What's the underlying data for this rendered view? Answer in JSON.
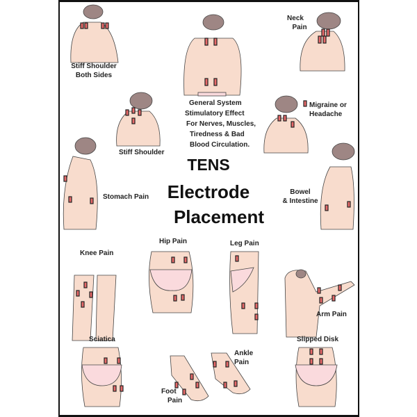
{
  "title": {
    "line1": "TENS",
    "line2": "Electrode",
    "line3": "Placement"
  },
  "labels": {
    "stiff_shoulder_both": [
      "Stiff Shoulder",
      "Both Sides"
    ],
    "neck_pain": [
      "Neck",
      "Pain"
    ],
    "general_system": [
      "General System",
      "Stimulatory Effect",
      "For Nerves, Muscles,",
      "Tiredness & Bad",
      "Blood Circulation."
    ],
    "migraine": [
      "Migraine or",
      "Headache"
    ],
    "stiff_shoulder": "Stiff Shoulder",
    "stomach_pain": "Stomach Pain",
    "bowel": [
      "Bowel",
      "& Intestine"
    ],
    "knee_pain": "Knee Pain",
    "hip_pain": "Hip Pain",
    "leg_pain": "Leg Pain",
    "arm_pain": "Arm Pain",
    "sciatica": "Sciatica",
    "slipped_disk": "Slipped Disk",
    "ankle_pain": [
      "Ankle",
      "Pain"
    ],
    "foot_pain": [
      "Foot",
      "Pain"
    ]
  },
  "colors": {
    "skin": "#f8dccd",
    "hair": "#9e8684",
    "electrode": "#e86a6a",
    "underwear": "#fadadd",
    "outline": "#333333"
  }
}
